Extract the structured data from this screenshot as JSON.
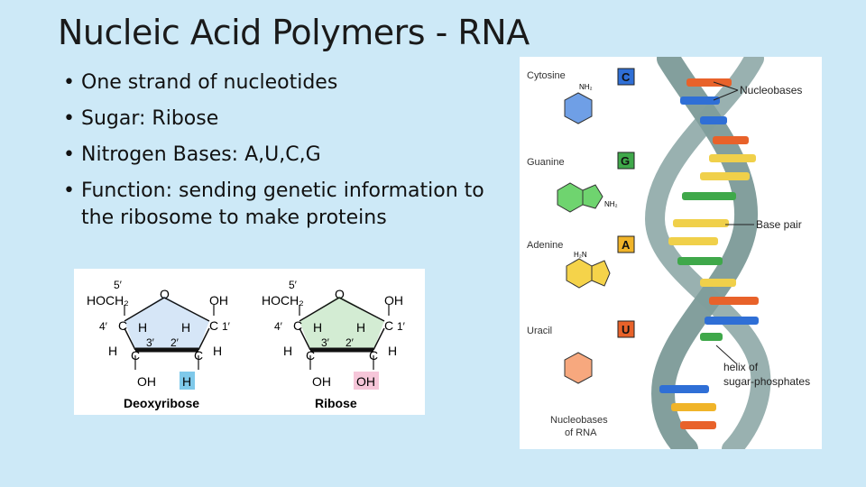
{
  "slide": {
    "title": "Nucleic Acid Polymers - RNA",
    "bullets": [
      "One strand of nucleotides",
      "Sugar: Ribose",
      "Nitrogen Bases: A,U,C,G",
      "Function: sending genetic information to the ribosome to make proteins"
    ]
  },
  "sugar_figure": {
    "deoxyribose": {
      "name": "Deoxyribose",
      "carbon5_label": "5′",
      "ch2": "HOCH₂",
      "ring_o": "O",
      "oh_top": "OH",
      "c4": "4′",
      "c1": "1′",
      "c3": "3′",
      "c2": "2′",
      "c": "C",
      "h": "H",
      "oh_bottom": "OH",
      "highlight": "H",
      "highlight_color": "#7fc9ea",
      "ring_color": "#d6e6f7"
    },
    "ribose": {
      "name": "Ribose",
      "carbon5_label": "5′",
      "ch2": "HOCH₂",
      "ring_o": "O",
      "oh_top": "OH",
      "c4": "4′",
      "c1": "1′",
      "c3": "3′",
      "c2": "2′",
      "c": "C",
      "h": "H",
      "oh_bottom": "OH",
      "highlight": "OH",
      "highlight_color": "#f6c6d9",
      "ring_color": "#d3ecd3"
    }
  },
  "dna_figure": {
    "bases": [
      {
        "name": "Cytosine",
        "letter": "C",
        "color": "#2f6fd6",
        "label_nh2": "NH₂",
        "ring_color": "#6f9fe6"
      },
      {
        "name": "Guanine",
        "letter": "G",
        "color": "#3fa84a",
        "label_nh2": "NH₂",
        "ring_color": "#6fd46f"
      },
      {
        "name": "Adenine",
        "letter": "A",
        "color": "#f0b429",
        "label_nh2": "H₂N",
        "ring_color": "#f5d34a"
      },
      {
        "name": "Uracil",
        "letter": "U",
        "color": "#e8622a",
        "label_nh2": "",
        "ring_color": "#f7a87e"
      }
    ],
    "annotations": {
      "nucleobases": "Nucleobases",
      "base_pair": "Base pair",
      "helix": "helix of sugar-phosphates",
      "caption": "Nucleobases of RNA"
    },
    "backbone_color": "#6d8e8c"
  }
}
